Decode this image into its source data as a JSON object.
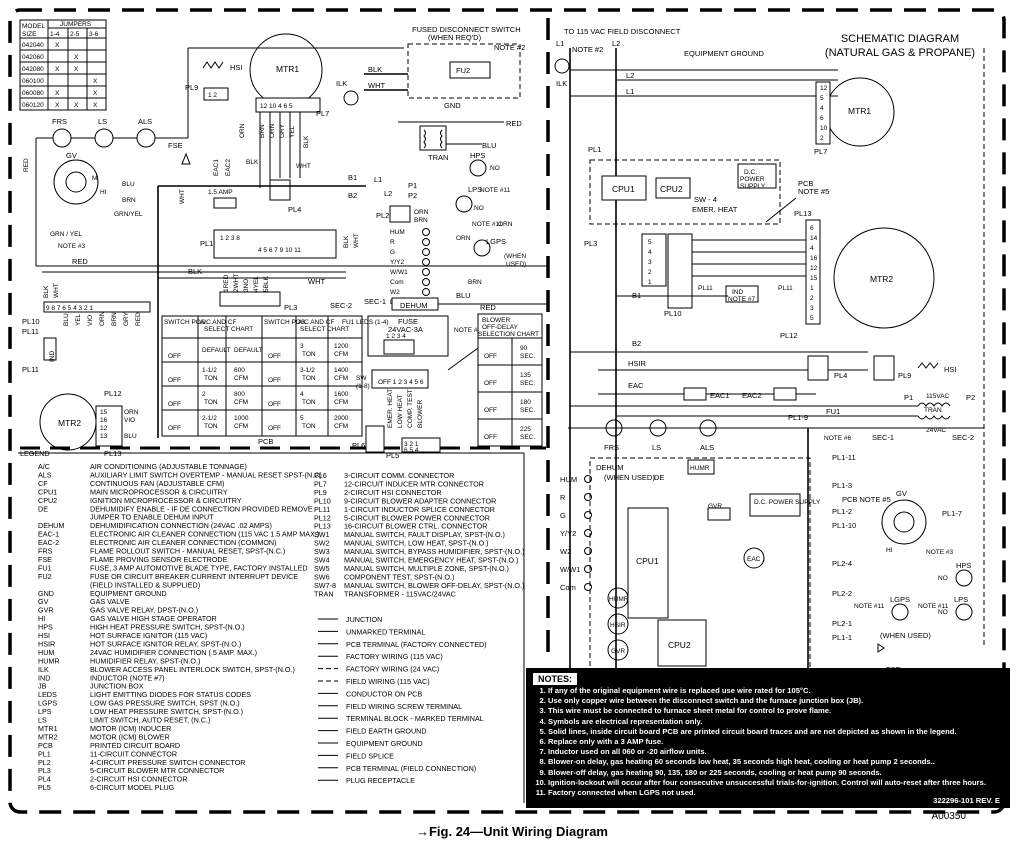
{
  "title": {
    "line1": "SCHEMATIC DIAGRAM",
    "line2": "(NATURAL GAS & PROPANE)"
  },
  "jumper_table": {
    "headers": [
      "MODEL SIZE",
      "JUMPERS 1-4",
      "2-5",
      "3-6"
    ],
    "rows": [
      {
        "model": "042040",
        "j14": "X",
        "j25": "",
        "j36": ""
      },
      {
        "model": "042060",
        "j14": "",
        "j25": "X",
        "j36": ""
      },
      {
        "model": "042080",
        "j14": "X",
        "j25": "X",
        "j36": ""
      },
      {
        "model": "060100",
        "j14": "",
        "j25": "",
        "j36": "X"
      },
      {
        "model": "060080",
        "j14": "X",
        "j25": "",
        "j36": "X"
      },
      {
        "model": "060120",
        "j14": "X",
        "j25": "X",
        "j36": "X"
      }
    ]
  },
  "labels": {
    "fused_disconnect": "FUSED DISCONNECT SWITCH",
    "when_reqd": "(WHEN REQ'D)",
    "note2": "NOTE #2",
    "to_115": "TO 115 VAC FIELD DISCONNECT",
    "equipment_ground": "EQUIPMENT GROUND",
    "mtr1": "MTR1",
    "mtr2": "MTR2",
    "hsi": "HSI",
    "pl9": "PL9",
    "pl7": "PL7",
    "ilk": "ILK",
    "fu2": "FU2",
    "blk": "BLK",
    "wht": "WHT",
    "gnd": "GND",
    "red": "RED",
    "blu": "BLU",
    "brn": "BRN",
    "orn": "ORN",
    "yel": "YEL",
    "tran": "TRAN",
    "hps": "HPS",
    "lps": "LPS",
    "lgps": "LGPS",
    "when_used": "(WHEN USED)",
    "frs": "FRS",
    "ls": "LS",
    "als": "ALS",
    "gv": "GV",
    "fse": "FSE",
    "eac1": "EAC1",
    "eac2": "EAC2",
    "amp15": "1.5 AMP",
    "pl1": "PL1",
    "pl2": "PL2",
    "pl3": "PL3",
    "pl4": "PL4",
    "pl5": "PL5",
    "pl6": "PL6",
    "pl10": "PL10",
    "pl11": "PL11",
    "pl12": "PL12",
    "pl13": "PL13",
    "pcb": "PCB",
    "hum": "HUM",
    "dehum": "DEHUM",
    "sec1": "SEC-1",
    "sec2": "SEC-2",
    "note3": "NOTE #3",
    "note5": "NOTE #5",
    "note6": "NOTE #6",
    "note7": "NOTE #7",
    "note11": "NOTE #11",
    "cpu1": "CPU1",
    "cpu2": "CPU2",
    "dc_power": "D.C. POWER SUPPLY",
    "sw4": "SW - 4",
    "emer_heat": "EMER. HEAT",
    "pcb_note5": "PCB NOTE #5",
    "ind": "IND",
    "b1": "B1",
    "b2": "B2",
    "hsir": "HSIR",
    "eac": "EAC",
    "humr": "HUMR",
    "gvr": "GVR",
    "vac115": "115VAC",
    "vac24": "24VAC",
    "fu1": "FU1",
    "p1": "P1",
    "p2": "P2",
    "fuse": "FUSE",
    "fuse_rating": "24VAC-3A",
    "fu1_leds": "FU1 LEDS (1-4)",
    "blower_chart_title": "BLOWER OFF-DELAY SELECTION CHART",
    "blower_rows": [
      "90 SEC.",
      "135 SEC.",
      "180 SEC.",
      "225 SEC."
    ],
    "switch_pos": "SWITCH POS.",
    "ac_cf_chart": "A/C AND CF SELECT CHART",
    "ac": "A/C",
    "cf": "CF",
    "default": "DEFAULT",
    "ton": "TON",
    "cfm": "CFM",
    "off": "OFF",
    "ac_rows": [
      {
        "ac": "DEFAULT",
        "cf": "DEFAULT"
      },
      {
        "ac": "1-1/2 TON",
        "cf": "600 CFM"
      },
      {
        "ac": "2 TON",
        "cf": "800 CFM"
      },
      {
        "ac": "2-1/2 TON",
        "cf": "1000 CFM"
      }
    ],
    "ac_rows_right": [
      {
        "ac": "3 TON",
        "cf": "1200 CFM"
      },
      {
        "ac": "3-1/2 TON",
        "cf": "1400 CFM"
      },
      {
        "ac": "4 TON",
        "cf": "1600 CFM"
      },
      {
        "ac": "5 TON",
        "cf": "2000 CFM"
      }
    ],
    "thermostat": [
      "HUM",
      "R",
      "G",
      "Y/Y2",
      "W/W1",
      "Com",
      "W2",
      "DE"
    ],
    "grn_yel": "GRN / YEL",
    "pl1_pins": [
      "PL1-11",
      "PL1-3",
      "PL1-2",
      "PL1-10",
      "PL2-4",
      "PL2-2",
      "PL2-1",
      "PL1-1",
      "PL1-7",
      "PL1-9"
    ],
    "legend": "LEGEND",
    "rev": "322296-101 REV. E",
    "code": "A00350",
    "caption": "→Fig. 24—Unit Wiring Diagram",
    "notes_title": "NOTES:"
  },
  "legend_left": [
    [
      "A/C",
      "AIR CONDITIONING (ADJUSTABLE TONNAGE)"
    ],
    [
      "ALS",
      "AUXILIARY LIMIT SWITCH OVERTEMP - MANUAL RESET SPST-(N.C)"
    ],
    [
      "CF",
      "CONTINUOUS FAN (ADJUSTABLE CFM)"
    ],
    [
      "CPU1",
      "MAIN MICROPROCESSOR & CIRCUITRY"
    ],
    [
      "CPU2",
      "IGNITION MICROPROCESSOR & CIRCUITRY"
    ],
    [
      "DE",
      "DEHUMIDIFY ENABLE - IF DE CONNECTION PROVIDED REMOVE"
    ],
    [
      "",
      "JUMPER TO ENABLE DEHUM INPUT"
    ],
    [
      "DEHUM",
      "DEHUMIDIFICATION CONNECTION (24VAC .02 AMPS)"
    ],
    [
      "EAC-1",
      "ELECTRONIC AIR CLEANER CONNECTION (115 VAC 1.5 AMP MAX.)"
    ],
    [
      "EAC-2",
      "ELECTRONIC AIR CLEANER CONNECTION (COMMON)"
    ],
    [
      "FRS",
      "FLAME ROLLOUT SWITCH - MANUAL RESET, SPST-(N.C.)"
    ],
    [
      "FSE",
      "FLAME PROVING SENSOR ELECTRODE"
    ],
    [
      "FU1",
      "FUSE, 3 AMP AUTOMOTIVE BLADE TYPE, FACTORY INSTALLED"
    ],
    [
      "FU2",
      "FUSE OR CIRCUIT BREAKER CURRENT INTERRUPT DEVICE"
    ],
    [
      "",
      "(FIELD INSTALLED & SUPPLIED)"
    ],
    [
      "GND",
      "EQUIPMENT GROUND"
    ],
    [
      "GV",
      "GAS VALVE"
    ],
    [
      "GVR",
      "GAS VALVE RELAY, DPST-(N.O.)"
    ],
    [
      "HI",
      "GAS VALVE HIGH STAGE OPERATOR"
    ],
    [
      "HPS",
      "HIGH HEAT PRESSURE SWITCH, SPST-(N.O.)"
    ],
    [
      "HSI",
      "HOT SURFACE IGNITOR (115 VAC)"
    ],
    [
      "HSIR",
      "HOT SURFACE IGNITOR RELAY, SPST-(N.O.)"
    ],
    [
      "HUM",
      "24VAC HUMIDIFIER CONNECTION (.5 AMP. MAX.)"
    ],
    [
      "HUMR",
      "HUMIDIFIER RELAY, SPST-(N.O.)"
    ],
    [
      "ILK",
      "BLOWER ACCESS PANEL INTERLOCK SWITCH, SPST-(N.O.)"
    ],
    [
      "IND",
      "INDUCTOR (NOTE #7)"
    ],
    [
      "JB",
      "JUNCTION BOX"
    ],
    [
      "LEDS",
      "LIGHT EMITTING DIODES FOR STATUS CODES"
    ],
    [
      "LGPS",
      "LOW GAS PRESSURE SWITCH, SPST (N.O.)"
    ],
    [
      "LPS",
      "LOW HEAT PRESSURE SWITCH, SPST-(N.O.)"
    ],
    [
      "LS",
      "LIMIT SWITCH, AUTO RESET, (N.C.)"
    ],
    [
      "MTR1",
      "MOTOR (ICM) INDUCER"
    ],
    [
      "MTR2",
      "MOTOR (ICM) BLOWER"
    ],
    [
      "PCB",
      "PRINTED CIRCUIT BOARD"
    ],
    [
      "PL1",
      "11-CIRCUIT CONNECTOR"
    ],
    [
      "PL2",
      "4-CIRCUIT PRESSURE SWITCH CONNECTOR"
    ],
    [
      "PL3",
      "5-CIRCUIT BLOWER MTR CONNECTOR"
    ],
    [
      "PL4",
      "2-CIRCUIT HSI CONNECTOR"
    ],
    [
      "PL5",
      "6-CIRCUIT MODEL PLUG"
    ]
  ],
  "legend_right": [
    [
      "PL6",
      "3-CIRCUIT COMM. CONNECTOR"
    ],
    [
      "PL7",
      "12-CIRCUIT INDUCER MTR CONNECTOR"
    ],
    [
      "PL9",
      "2-CIRCUIT HSI CONNECTOR"
    ],
    [
      "PL10",
      "9-CIRCUIT BLOWER ADAPTER CONNECTOR"
    ],
    [
      "PL11",
      "1-CIRCUIT INDUCTOR SPLICE CONNECTOR"
    ],
    [
      "PL12",
      "5-CIRCUIT BLOWER POWER CONNECTOR"
    ],
    [
      "PL13",
      "16-CIRCUIT BLOWER CTRL. CONNECTOR"
    ],
    [
      "SW1",
      "MANUAL SWITCH, FAULT DISPLAY, SPST-(N.O.)"
    ],
    [
      "SW2",
      "MANUAL SWITCH, LOW HEAT, SPST-(N.O.)"
    ],
    [
      "SW3",
      "MANUAL SWITCH, BYPASS HUMIDIFIER, SPST-(N.O.)"
    ],
    [
      "SW4",
      "MANUAL SWITCH, EMERGENCY HEAT, SPST-(N.O.)"
    ],
    [
      "SW5",
      "MANUAL SWITCH, MULTIPLE ZONE, SPST-(N.O.)"
    ],
    [
      "SW6",
      "COMPONENT TEST, SPST-(N.O.)"
    ],
    [
      "SW7-8",
      "MANUAL SWITCH, BLOWER OFF-DELAY, SPST-(N.O.)"
    ],
    [
      "TRAN",
      "TRANSFORMER - 115VAC/24VAC"
    ]
  ],
  "legend_symbols": [
    "JUNCTION",
    "UNMARKED TERMINAL",
    "PCB TERMINAL (FACTORY CONNECTED)",
    "FACTORY WIRING (115 VAC)",
    "FACTORY WIRING (24 VAC)",
    "FIELD WIRING (115 VAC)",
    "CONDUCTOR ON PCB",
    "FIELD WIRING SCREW TERMINAL",
    "TERMINAL BLOCK - MARKED TERMINAL",
    "FIELD EARTH GROUND",
    "EQUIPMENT GROUND",
    "FIELD SPLICE",
    "PCB TERMINAL (FIELD CONNECTION)",
    "PLUG RECEPTACLE"
  ],
  "notes": [
    "If any of the original equipment wire is replaced use wire rated for 105°C.",
    "Use only copper wire between the disconnect switch and the furnace junction box (JB).",
    "This wire must be connected to furnace sheet metal for control to prove flame.",
    "Symbols are electrical representation only.",
    "Solid lines, inside circuit board PCB are printed circuit board traces and are not depicted as shown in the legend.",
    "Replace only with a 3 AMP fuse.",
    "Inductor used on all 060 or -20 airflow units.",
    "Blower-on delay, gas heating 60 seconds low heat, 35 seconds high heat, cooling or heat pump 2 seconds..",
    "Blower-off delay, gas heating 90, 135, 180 or 225 seconds, cooling or heat pump 90 seconds.",
    "Ignition-lockout will occur after four consecutive unsuccessful trials-for-ignition. Control will auto-reset after three hours.",
    "Factory connected when LGPS not used."
  ]
}
